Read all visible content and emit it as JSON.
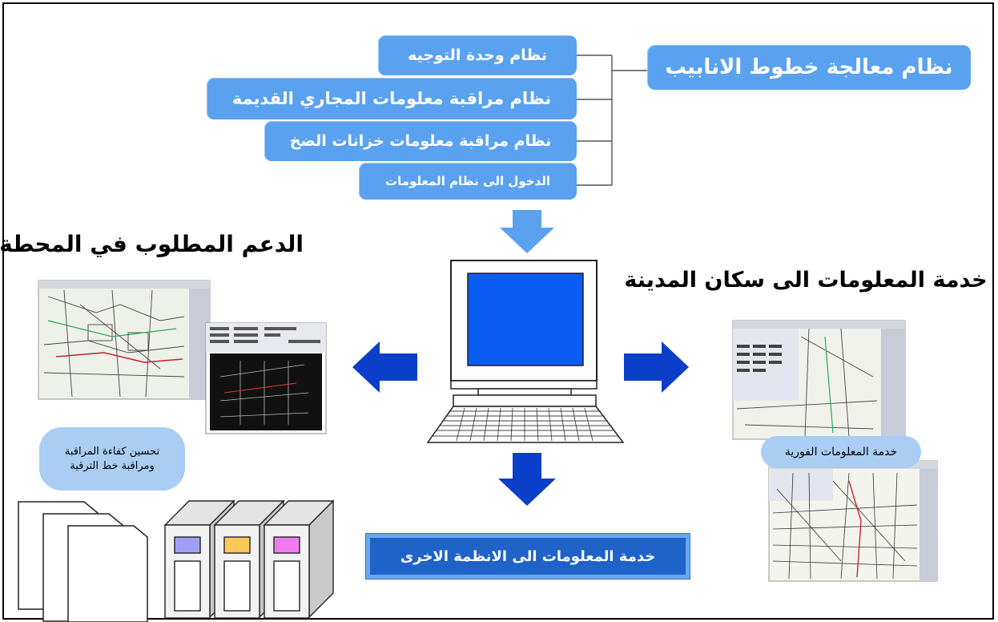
{
  "main_system": "نظام معالجة خطوط الانابيب",
  "subsystems": [
    "نظام وحدة التوجيه",
    "نظام مراقبة معلومات المجاري القديمة",
    "نظام مراقبة معلومات خزانات الضخ",
    "الدخول الى نظام المعلومات"
  ],
  "left_heading": "الدعم المطلوب في المحطة",
  "right_heading": "خدمة المعلومات الى سكان المدينة",
  "left_bubble": [
    "تحسين كفاءة المراقبة",
    "ومراقبة خط الترقية"
  ],
  "right_bubble": "خدمة المعلومات الفورية",
  "bottom_box": "خدمة المعلومات الى الانظمة الاخرى",
  "colors": {
    "pill": "#5aa2ef",
    "arrow_dark": "#0b3fc9",
    "arrow_light": "#5aa2ef",
    "monitor_screen": "#0a5cf5",
    "bubble": "#a9cdf3",
    "binder_labels": [
      "#9f9ff7",
      "#ffc85a",
      "#f07af0"
    ]
  }
}
